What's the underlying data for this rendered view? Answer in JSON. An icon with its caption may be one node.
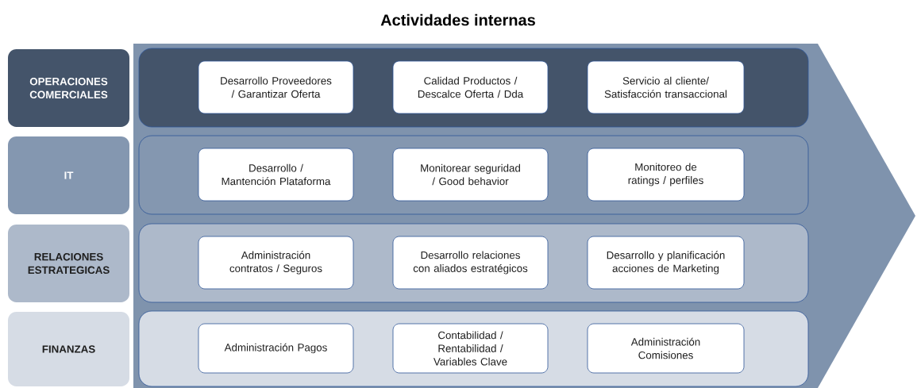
{
  "diagram": {
    "title": "Actividades internas",
    "nodes": [
      {
        "text": [
          "OPERACIONES COMERCIALES"
        ]
      },
      {
        "text": [],
        "shape": "box"
      },
      {
        "text": [
          "Desarrollo Proveedores / Garantizar Oferta"
        ],
        "in": 1
      },
      {
        "text": [
          "Calidad Productos / Descalce Oferta / Dda"
        ],
        "in": 1
      },
      {
        "text": [
          "Servicio al cliente/ Satisfacción transaccional"
        ],
        "in": 1
      },
      {
        "text": [
          "IT"
        ]
      },
      {
        "text": [],
        "shape": "box"
      },
      {
        "text": [
          "Desarrollo / Mantención Plataforma"
        ],
        "in": 6
      },
      {
        "text": [
          "Monitorear seguridad / Good behavior"
        ],
        "in": 6
      },
      {
        "text": [
          "Monitoreo de ratings / perfiles"
        ],
        "in": 6
      },
      {
        "text": [
          "RELACIONES ESTRATEGICAS"
        ]
      },
      {
        "text": [],
        "shape": "box"
      },
      {
        "text": [
          "Administración contratos / Seguros"
        ],
        "in": 11
      },
      {
        "text": [
          "Desarrollo relaciones con aliados estratégicos"
        ],
        "in": 11
      },
      {
        "text": [
          "Desarrollo y planificación acciones de Marketing"
        ],
        "in": 11
      },
      {
        "text": [
          "FINANZAS"
        ]
      },
      {
        "text": [],
        "shape": "box"
      },
      {
        "text": [
          "Administración Pagos"
        ],
        "in": 16
      },
      {
        "text": [
          "Contabilidad / Rentabilidad / Variables Clave"
        ],
        "in": 16
      },
      {
        "text": [
          "Administración Comisiones"
        ],
        "in": 16
      }
    ]
  }
}
